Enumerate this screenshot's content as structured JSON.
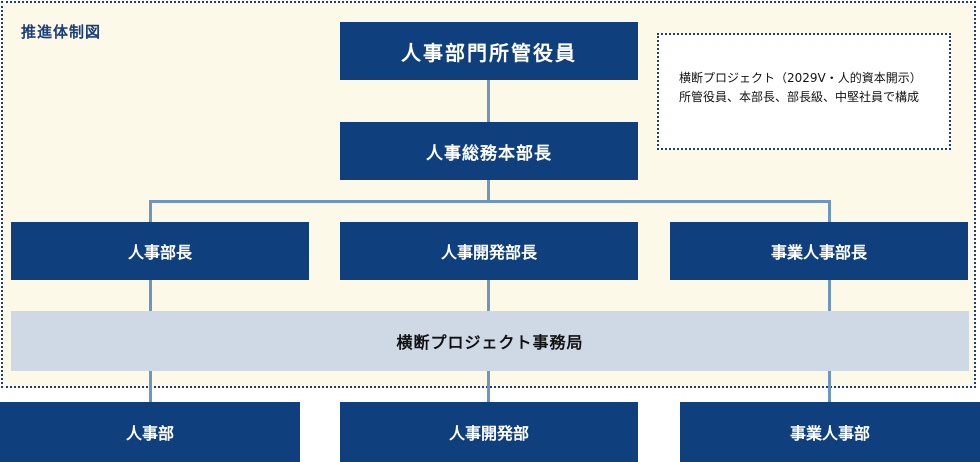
{
  "frame_label": "推進体制図",
  "top_box": "人事部門所管役員",
  "head_box": "人事総務本部長",
  "managers": [
    "人事部長",
    "人事開発部長",
    "事業人事部長"
  ],
  "project_office": "横断プロジェクト事務局",
  "departments": [
    "人事部",
    "人事開発部",
    "事業人事部"
  ],
  "note": {
    "line1": "横断プロジェクト（2029V・人的資本開示）",
    "line2": "所管役員、本部長、部長級、中堅社員で構成"
  },
  "colors": {
    "box": "#0f3f7d",
    "frame_bg": "#fdf9e8",
    "band_bg": "#cfd9e6",
    "connector": "#6e96c2"
  }
}
